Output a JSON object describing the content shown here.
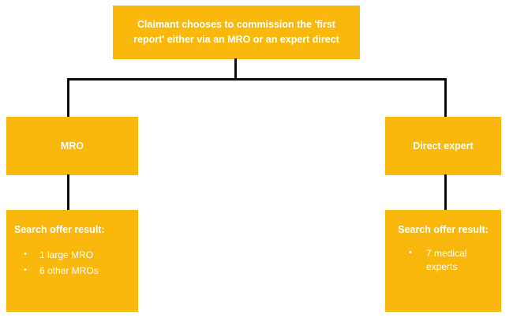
{
  "diagram": {
    "title_box": {
      "text": "Claimant chooses to commission the 'first report' either via an MRO or an expert direct"
    },
    "branches": [
      {
        "side": "left",
        "label": "MRO",
        "result": {
          "heading": "Search offer result:",
          "items": [
            "1 large MRO",
            "6 other MROs"
          ]
        }
      },
      {
        "side": "right",
        "label": "Direct expert",
        "result": {
          "heading": "Search offer result:",
          "items": [
            "7 medical experts"
          ]
        }
      }
    ],
    "colors": {
      "node_fill": "#fbb80c",
      "node_text": "#ffffff",
      "connector": "#0b0b0b",
      "background": "#ffffff"
    }
  }
}
